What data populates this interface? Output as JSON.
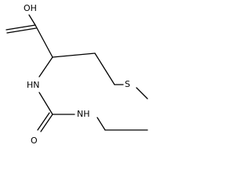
{
  "molecule": {
    "atoms": {
      "hydroxyl": "OH",
      "amine": "HN",
      "sulfur": "S",
      "carbonyl_oxygen": "O",
      "amide_nitrogen": "NH"
    }
  }
}
